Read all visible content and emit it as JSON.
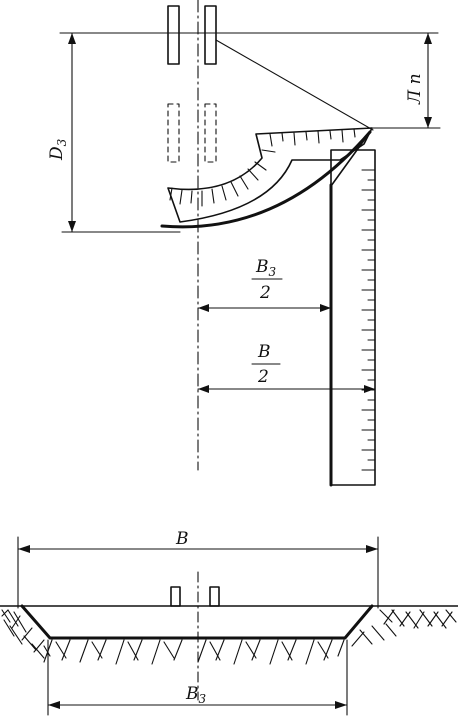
{
  "labels": {
    "d3": {
      "main": "D",
      "sub": "3"
    },
    "lp": "Л п",
    "b3_half": {
      "num_main": "B",
      "num_sub": "3",
      "den": "2"
    },
    "b_half": {
      "num": "B",
      "den": "2"
    },
    "b_bottom": "B",
    "b3_bottom": {
      "main": "B",
      "sub": "3"
    }
  },
  "colors": {
    "ink": "#111111",
    "paper": "#ffffff"
  }
}
